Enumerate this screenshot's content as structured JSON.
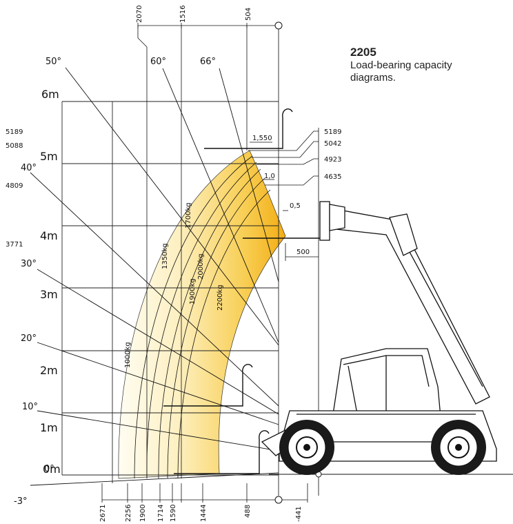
{
  "caption": {
    "model": "2205",
    "description": "Load-bearing capacity diagrams."
  },
  "height_labels": [
    "0m",
    "1m",
    "2m",
    "3m",
    "4m",
    "5m",
    "6m"
  ],
  "angle_labels": [
    "-3°",
    "0°",
    "10°",
    "20°",
    "30°",
    "40°",
    "50°",
    "60°",
    "66°"
  ],
  "load_zone_labels": [
    "1000kg",
    "1350kg",
    "1700kg",
    "1900kg",
    "2000kg",
    "2200kg"
  ],
  "top_dimensions": [
    "2070",
    "1516",
    "504"
  ],
  "bottom_dimensions": [
    "2671",
    "2256",
    "1900",
    "1714",
    "1590",
    "1444",
    "488",
    "-441"
  ],
  "left_heights": [
    "5189",
    "5088",
    "4809",
    "3771"
  ],
  "right_heights": [
    "5189",
    "5042",
    "4923",
    "4635"
  ],
  "extension_labels": [
    "1,550",
    "1,0",
    "0,5"
  ],
  "offset_dimension": "500",
  "colors": {
    "load_fill_light": "#fff8dc",
    "load_fill_dark": "#f5b41f",
    "line": "#111111"
  }
}
